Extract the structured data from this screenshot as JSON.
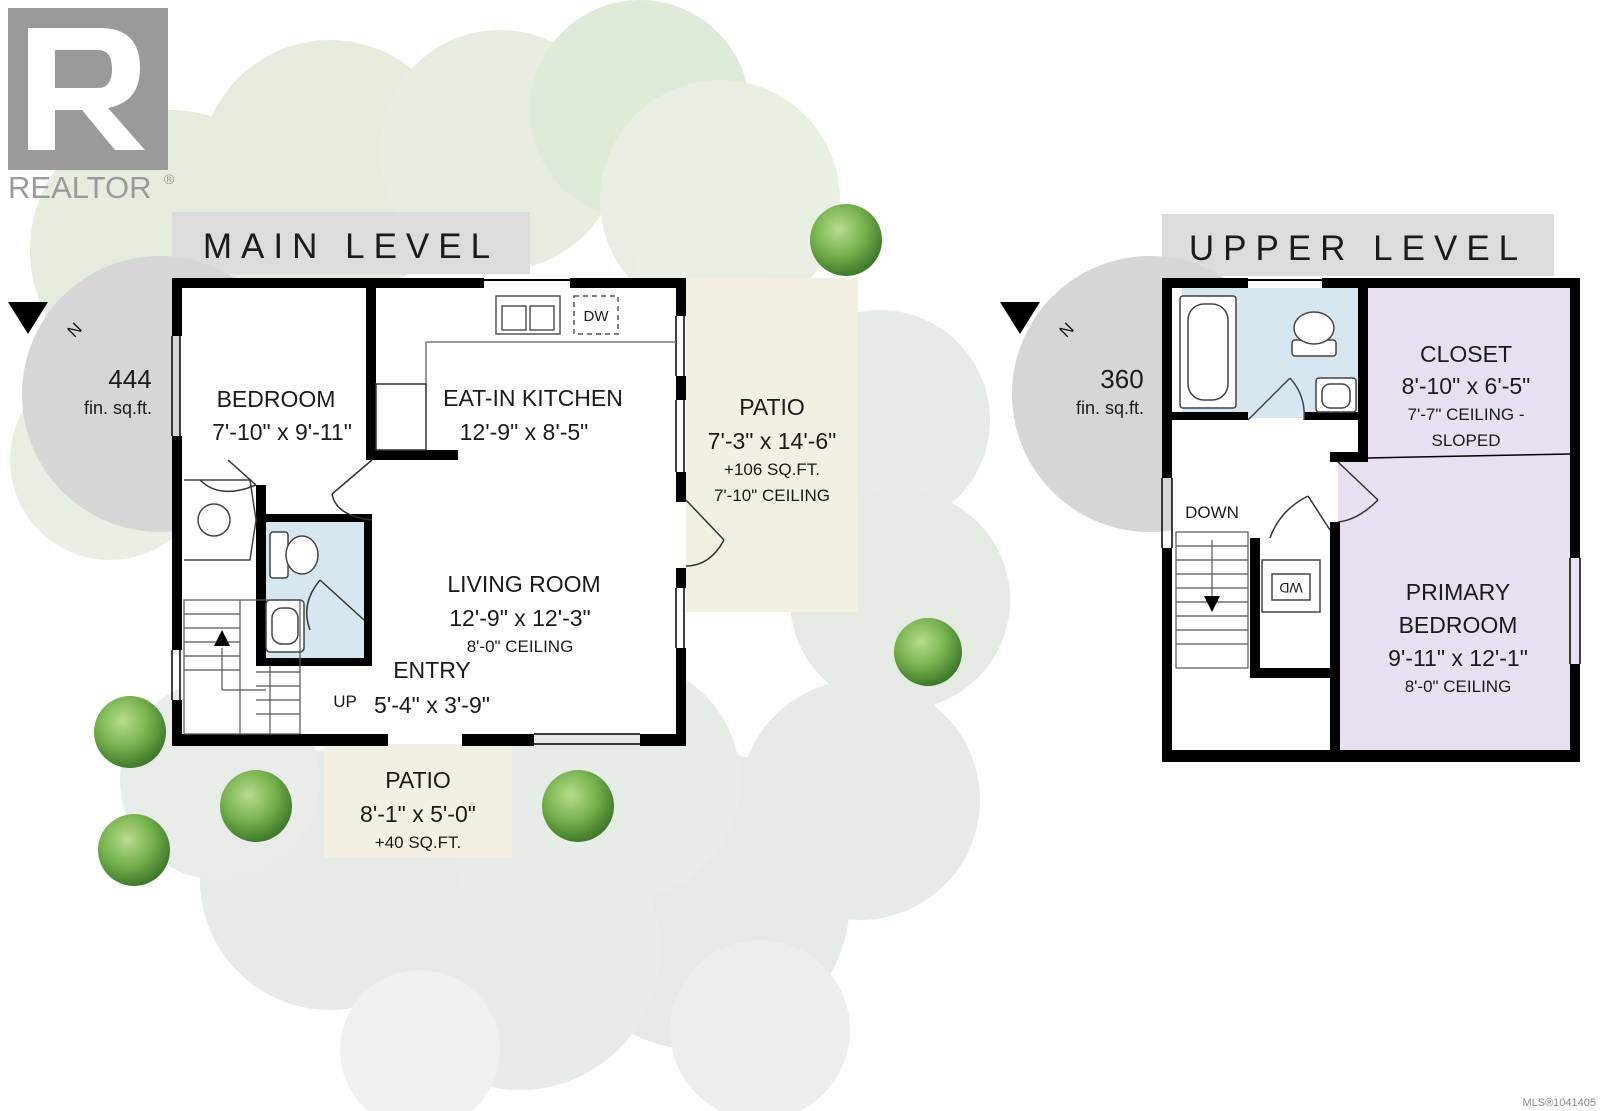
{
  "logo": {
    "text": "REALTOR",
    "mark": "®"
  },
  "watermark": "MLS®1041405",
  "main_level": {
    "title": "MAIN LEVEL",
    "area": "444",
    "area_unit": "fin. sq.ft.",
    "north": "N",
    "rooms": {
      "bedroom": {
        "name": "BEDROOM",
        "dims": "7'-10\" x 9'-11\""
      },
      "kitchen": {
        "name": "EAT-IN KITCHEN",
        "dims": "12'-9\" x 8'-5\""
      },
      "living": {
        "name": "LIVING ROOM",
        "dims": "12'-9\" x 12'-3\"",
        "ceiling": "8'-0\" CEILING"
      },
      "entry": {
        "name": "ENTRY",
        "dims": "5'-4\" x 3'-9\""
      },
      "patio_side": {
        "name": "PATIO",
        "dims": "7'-3\" x 14'-6\"",
        "extra": "+106 SQ.FT.",
        "ceiling": "7'-10\" CEILING"
      },
      "patio_front": {
        "name": "PATIO",
        "dims": "8'-1\" x 5'-0\"",
        "extra": "+40 SQ.FT."
      }
    },
    "stair": "UP",
    "appliance": "DW"
  },
  "upper_level": {
    "title": "UPPER LEVEL",
    "area": "360",
    "area_unit": "fin. sq.ft.",
    "north": "N",
    "rooms": {
      "closet": {
        "name": "CLOSET",
        "dims": "8'-10\" x 6'-5\"",
        "ceiling1": "7'-7\" CEILING -",
        "ceiling2": "SLOPED"
      },
      "primary": {
        "name1": "PRIMARY",
        "name2": "BEDROOM",
        "dims": "9'-11\" x 12'-1\"",
        "ceiling": "8'-0\" CEILING"
      }
    },
    "stair": "DOWN",
    "appliance": "WD"
  },
  "colors": {
    "wall": "#000000",
    "bath": "#d6e6f0",
    "patio": "#f0efe0",
    "bedroom_upper": "#e9dff0",
    "title_bar": "#dcdcdc",
    "compass": "#d9d9d9",
    "foliage": "#dfe8d8",
    "shrub": "#6fae4a"
  }
}
